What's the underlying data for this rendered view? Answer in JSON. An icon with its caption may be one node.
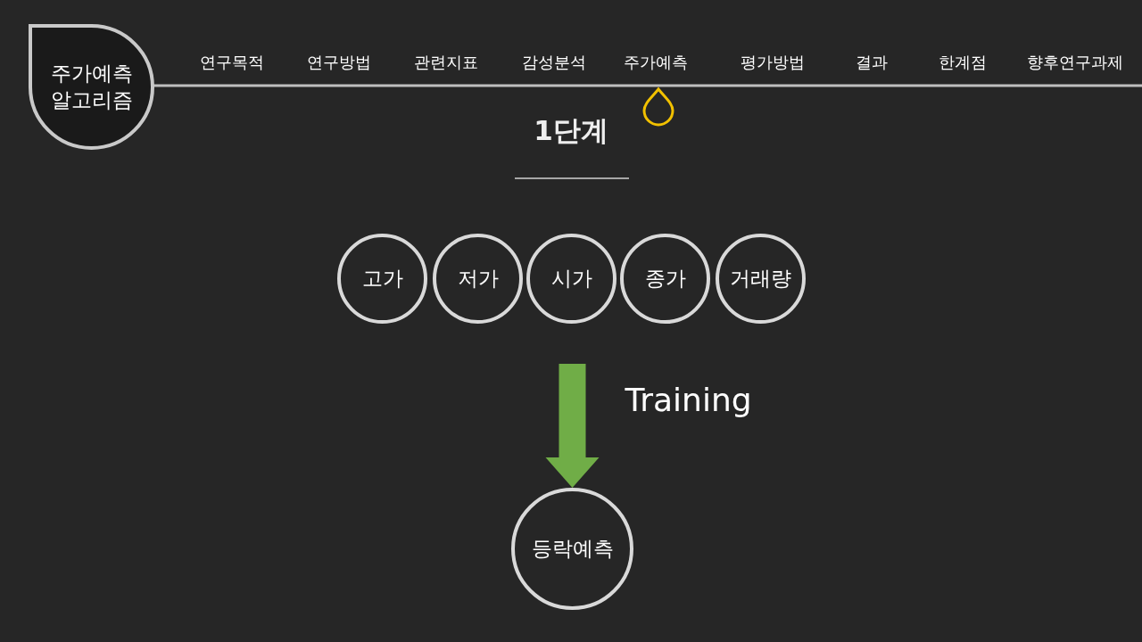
{
  "diagram": {
    "title": "1단계",
    "nodes": [
      {
        "text": [
          "주가예측 알고리즘"
        ]
      },
      {
        "text": [
          "고가"
        ]
      },
      {
        "text": [
          "저가"
        ]
      },
      {
        "text": [
          "시가"
        ]
      },
      {
        "text": [
          "종가"
        ]
      },
      {
        "text": [
          "거래량"
        ]
      },
      {
        "text": [
          "등락예측"
        ]
      }
    ],
    "edges": [
      {
        "from": null,
        "to": 6,
        "arrow": "to",
        "label": "Training",
        "style": "thick",
        "color": "#70ad47"
      }
    ],
    "labels": [
      "연구목적",
      "연구방법",
      "관련지표",
      "감성분석",
      "주가예측",
      "평가방법",
      "결과",
      "한계점",
      "향후연구과제"
    ]
  }
}
